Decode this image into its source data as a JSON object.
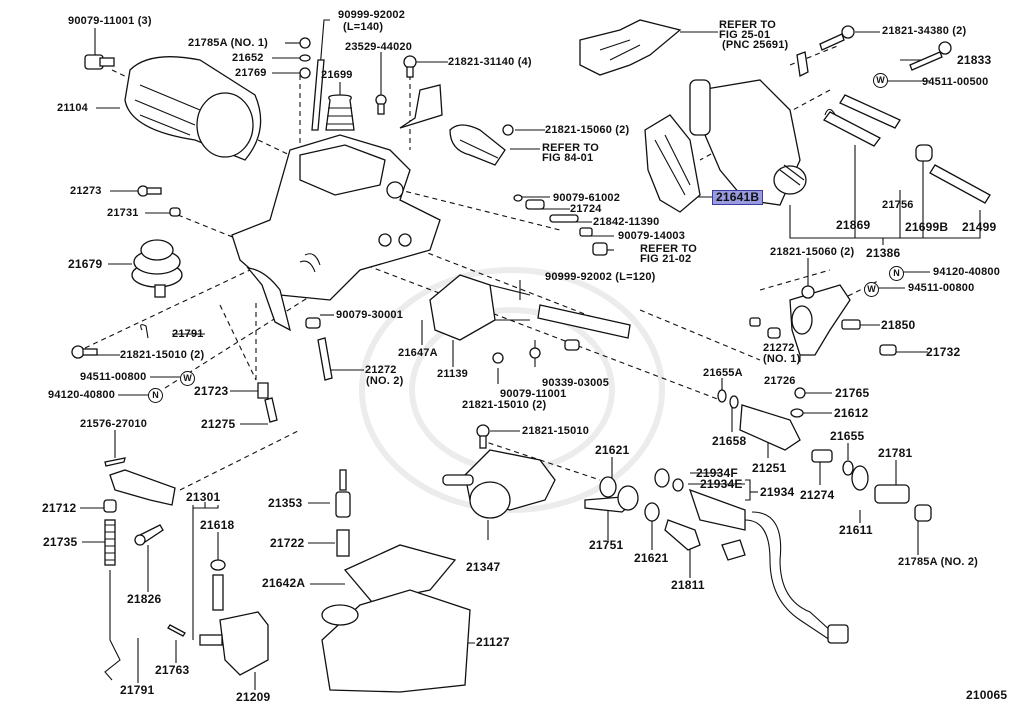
{
  "figure_id": "210065",
  "highlighted_part": "21641B",
  "colors": {
    "highlight_fill": "#9a9ae0",
    "highlight_border": "#3c3ca0",
    "line": "#111111"
  },
  "symbols": {
    "washer": "W",
    "nut": "N"
  },
  "labels": {
    "l01": "90079-11001 (3)",
    "l02": "21785A (NO. 1)",
    "l03": "21652",
    "l04": "21769",
    "l05": "90999-92002",
    "l05b": "(L=140)",
    "l06": "23529-44020",
    "l07": "21699",
    "l08": "21821-31140 (4)",
    "l09": "21104",
    "l10": "REFER TO",
    "l10b": "FIG 25-01",
    "l10c": "(PNC 25691)",
    "l11": "21821-34380 (2)",
    "l12": "21833",
    "l13": "94511-00500",
    "l14": "21821-15060 (2)",
    "l15": "REFER TO",
    "l15b": "FIG 84-01",
    "l16": "21273",
    "l17": "21731",
    "l18": "90079-61002",
    "l19": "21724",
    "l20": "21842-11390",
    "l21": "90079-14003",
    "l22": "REFER TO",
    "l22b": "FIG 21-02",
    "l23": "21641B",
    "l24": "21756",
    "l25": "21869",
    "l26": "21699B",
    "l27": "21499",
    "l28": "21386",
    "l29": "21679",
    "l30": "21821-15060 (2)",
    "l31": "94120-40800",
    "l32": "94511-00800",
    "l33": "90999-92002 (L=120)",
    "l34": "90079-30001",
    "l35": "21791",
    "l36": "21647A",
    "l37": "21850",
    "l38": "21821-15010 (2)",
    "l39": "21139",
    "l40": "21272",
    "l40b": "(NO. 2)",
    "l41": "90339-03005",
    "l42": "90079-11001",
    "l43": "21272",
    "l43b": "(NO. 1)",
    "l44": "21732",
    "l45": "94511-00800",
    "l46": "94120-40800",
    "l47": "21723",
    "l48": "21821-15010 (2)",
    "l49": "21655A",
    "l50": "21726",
    "l51": "21765",
    "l52": "21612",
    "l53": "21275",
    "l54": "21576-27010",
    "l55": "21821-15010",
    "l56": "21658",
    "l57": "21621",
    "l58": "21251",
    "l59": "21655",
    "l60": "21781",
    "l61": "21934F",
    "l62": "21934E",
    "l63": "21934",
    "l64": "21274",
    "l65": "21301",
    "l66": "21712",
    "l67": "21618",
    "l68": "21353",
    "l69": "21735",
    "l70": "21722",
    "l71": "21751",
    "l72": "21621",
    "l73": "21611",
    "l74": "21785A (NO. 2)",
    "l75": "21347",
    "l76": "21811",
    "l77": "21826",
    "l78": "21642A",
    "l79": "21127",
    "l80": "21763",
    "l81": "21791",
    "l82": "21209"
  }
}
